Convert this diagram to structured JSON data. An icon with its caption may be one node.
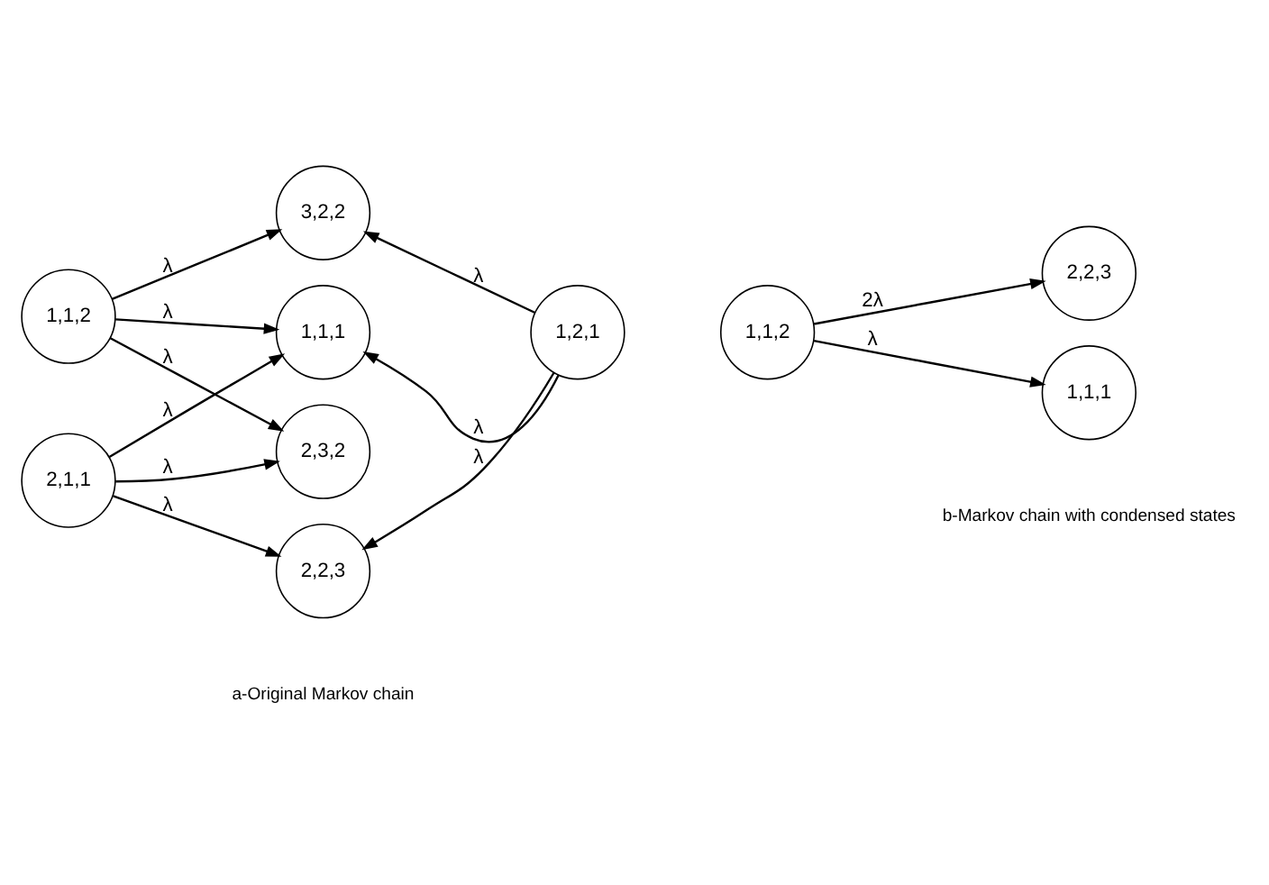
{
  "diagram": {
    "nodes": [
      {
        "text": [
          "1,1,2"
        ]
      },
      {
        "text": [
          "2,1,1"
        ]
      },
      {
        "text": [
          "2,3,2"
        ]
      },
      {
        "text": [
          "3,2,2"
        ]
      },
      {
        "text": [
          "1,1,1"
        ]
      },
      {
        "text": [
          "2,2,3"
        ]
      },
      {
        "text": [
          "1,2,1"
        ]
      },
      {
        "text": [
          "1,1,2"
        ]
      },
      {
        "text": [
          "2,2,3"
        ]
      },
      {
        "text": [
          "1,1,1"
        ]
      }
    ],
    "edges": [
      {
        "from": 0,
        "to": 2,
        "arrow": "to",
        "label": "λ"
      },
      {
        "from": 0,
        "to": 3,
        "arrow": "to",
        "label": "λ"
      },
      {
        "from": 0,
        "to": 4,
        "arrow": "to",
        "label": "λ"
      },
      {
        "from": 1,
        "to": 2,
        "arrow": "to",
        "label": "λ"
      },
      {
        "from": 1,
        "to": 4,
        "arrow": "to",
        "label": "λ"
      },
      {
        "from": 1,
        "to": 5,
        "arrow": "to",
        "label": "λ"
      },
      {
        "from": 6,
        "to": 3,
        "arrow": "to",
        "label": "λ"
      },
      {
        "from": 6,
        "to": 4,
        "arrow": "to",
        "label": "λ"
      },
      {
        "from": 6,
        "to": 5,
        "arrow": "to",
        "label": "λ"
      },
      {
        "from": 7,
        "to": 8,
        "arrow": "to",
        "label": "2λ"
      },
      {
        "from": 7,
        "to": 9,
        "arrow": "to",
        "label": "λ"
      }
    ],
    "labels": [
      "a-Original Markov chain",
      "b-Markov chain with condensed states"
    ]
  }
}
